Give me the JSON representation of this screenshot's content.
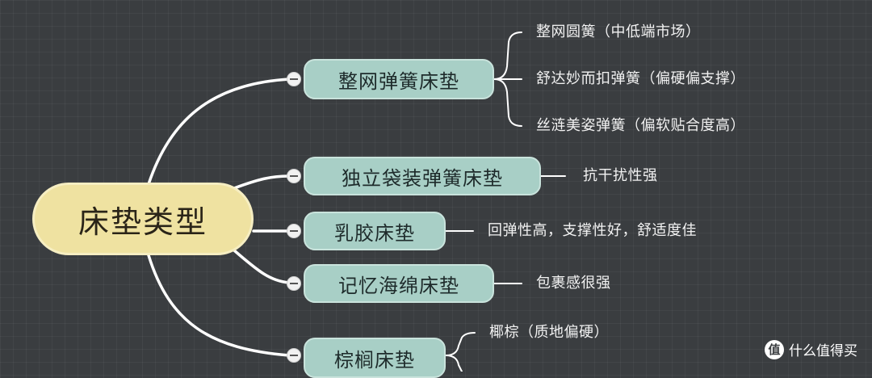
{
  "root": {
    "label": "床垫类型"
  },
  "branches": [
    {
      "label": "整网弹簧床垫",
      "children": [
        "整网圆簧（中低端市场）",
        "舒达妙而扣弹簧（偏硬偏支撑）",
        "丝涟美姿弹簧（偏软贴合度高）"
      ]
    },
    {
      "label": "独立袋装弹簧床垫",
      "children": [
        "抗干扰性强"
      ]
    },
    {
      "label": "乳胶床垫",
      "children": [
        "回弹性高，支撑性好，舒适度佳"
      ]
    },
    {
      "label": "记忆海绵床垫",
      "children": [
        "包裹感很强"
      ]
    },
    {
      "label": "棕榈床垫",
      "children": [
        "椰棕（质地偏硬）"
      ]
    }
  ],
  "colors": {
    "background": "#3a3d40",
    "root_fill": "#efe2a1",
    "branch_fill": "#a8cfc6",
    "connector": "#ffffff",
    "leaf_text": "#f2f2f2"
  },
  "watermark": {
    "icon": "值",
    "text": "什么值得买"
  }
}
